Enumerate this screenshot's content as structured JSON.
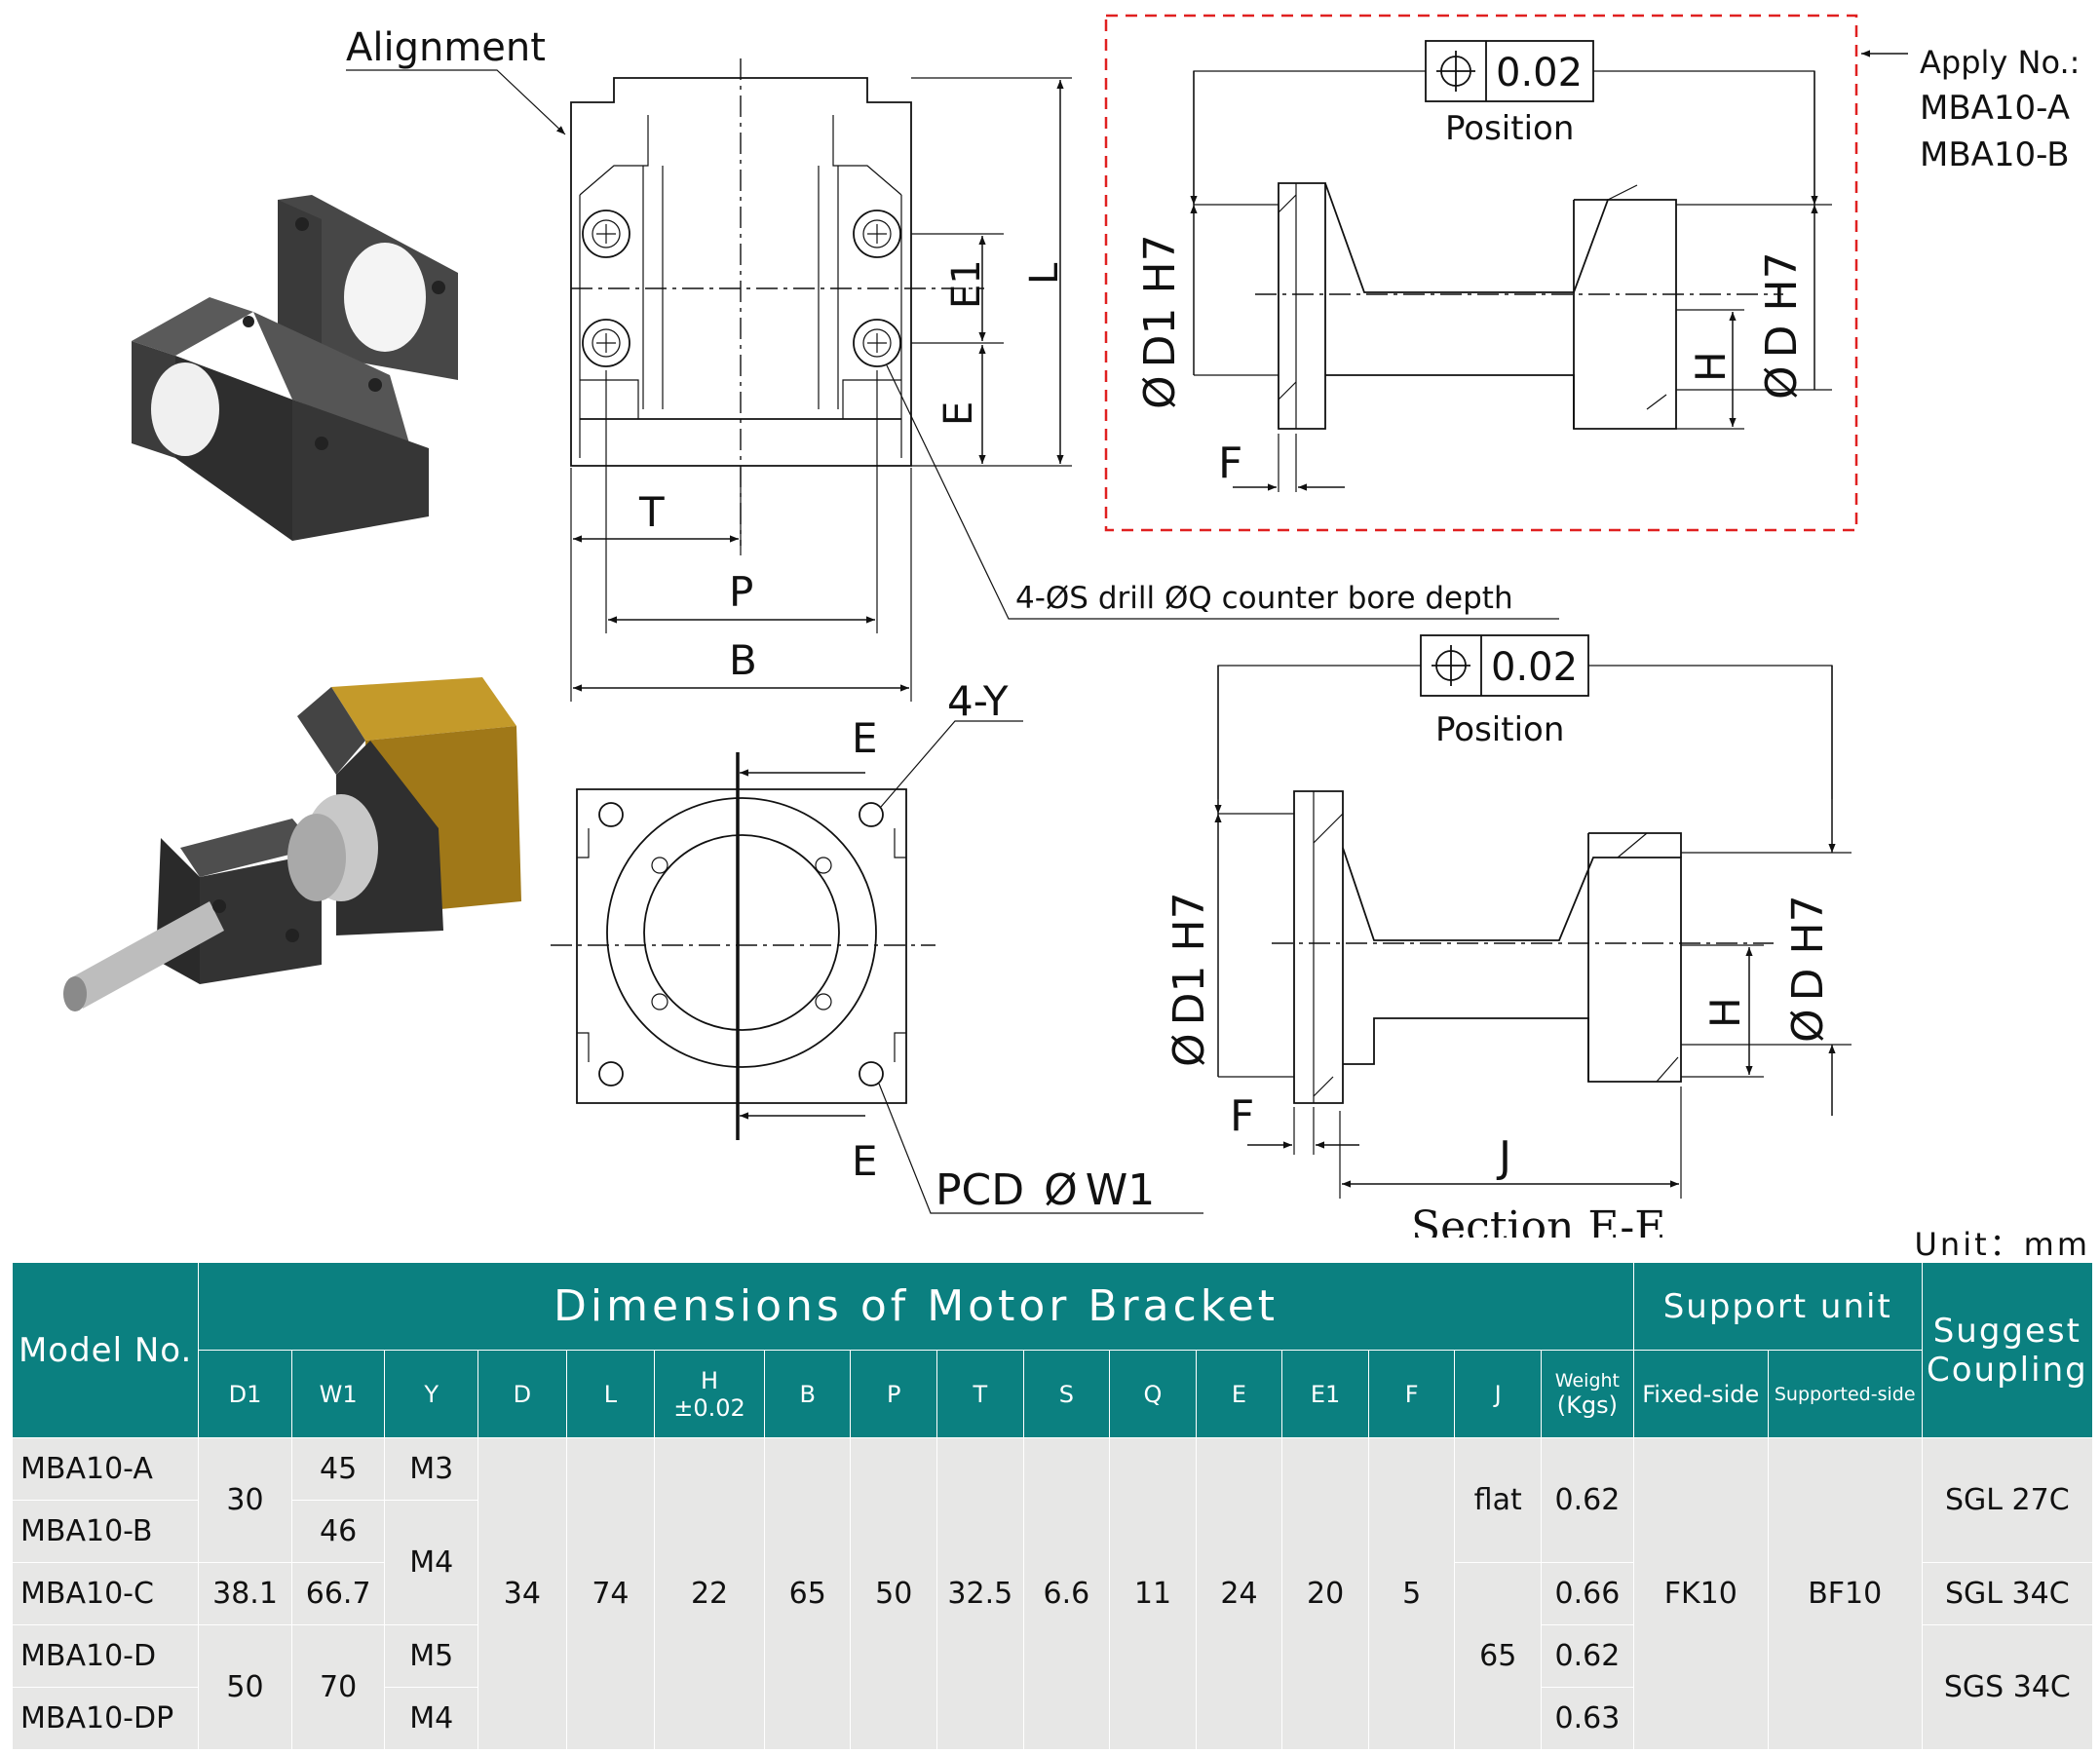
{
  "drawing": {
    "alignment_label": "Alignment",
    "apply_label": "Apply No.:",
    "apply_models": [
      "MBA10-A",
      "MBA10-B"
    ],
    "tolerance_symbol": "⌖",
    "tolerance_value": "0.02",
    "position_label": "Position",
    "hole_note": "4-ØS drill ØQ counter bore depth",
    "threads_label": "4-Y",
    "pcd_label": "PCD",
    "pcd_symbol": "Ø",
    "pcd_value": "W1",
    "section_label": "Section E-E",
    "dims": {
      "L": "L",
      "E": "E",
      "E1": "E1",
      "T": "T",
      "P": "P",
      "B": "B",
      "F": "F",
      "H": "H",
      "J": "J",
      "D_h7": "D H7",
      "D1_h7": "D1 H7",
      "phi": "Ø"
    }
  },
  "unit_label": "Unit：mm",
  "table": {
    "model_header": "Model No.",
    "dims_header": "Dimensions of Motor Bracket",
    "support_header": "Support unit",
    "coupling_header": "Suggest Coupling",
    "columns": {
      "D1": "D1",
      "W1": "W1",
      "Y": "Y",
      "D": "D",
      "L": "L",
      "H_top": "H",
      "H_bottom": "±0.02",
      "B": "B",
      "P": "P",
      "T": "T",
      "S": "S",
      "Q": "Q",
      "E": "E",
      "E1": "E1",
      "F": "F",
      "J": "J",
      "weight_top": "Weight",
      "weight_bottom": "(Kgs)",
      "fixed": "Fixed-side",
      "supported": "Supported-side"
    },
    "models": [
      "MBA10-A",
      "MBA10-B",
      "MBA10-C",
      "MBA10-D",
      "MBA10-DP"
    ],
    "d1": [
      "30",
      "38.1",
      "50"
    ],
    "w1": [
      "45",
      "46",
      "66.7",
      "70"
    ],
    "y": [
      "M3",
      "M4",
      "M5",
      "M4"
    ],
    "shared": {
      "D": "34",
      "L": "74",
      "H": "22",
      "B": "65",
      "P": "50",
      "T": "32.5",
      "S": "6.6",
      "Q": "11",
      "E": "24",
      "E1": "20",
      "F": "5",
      "fixed": "FK10",
      "supported": "BF10"
    },
    "j": [
      "flat",
      "65"
    ],
    "weight": [
      "0.62",
      "0.66",
      "0.62",
      "0.63"
    ],
    "coupling": [
      "SGL 27C",
      "SGL 34C",
      "SGS 34C"
    ]
  },
  "colors": {
    "header_teal": "#0b8080",
    "body_gray": "#e7e7e6",
    "frame_red": "#e02020",
    "bracket_black": "#3a3a3a",
    "motor_gold": "#a07818"
  }
}
